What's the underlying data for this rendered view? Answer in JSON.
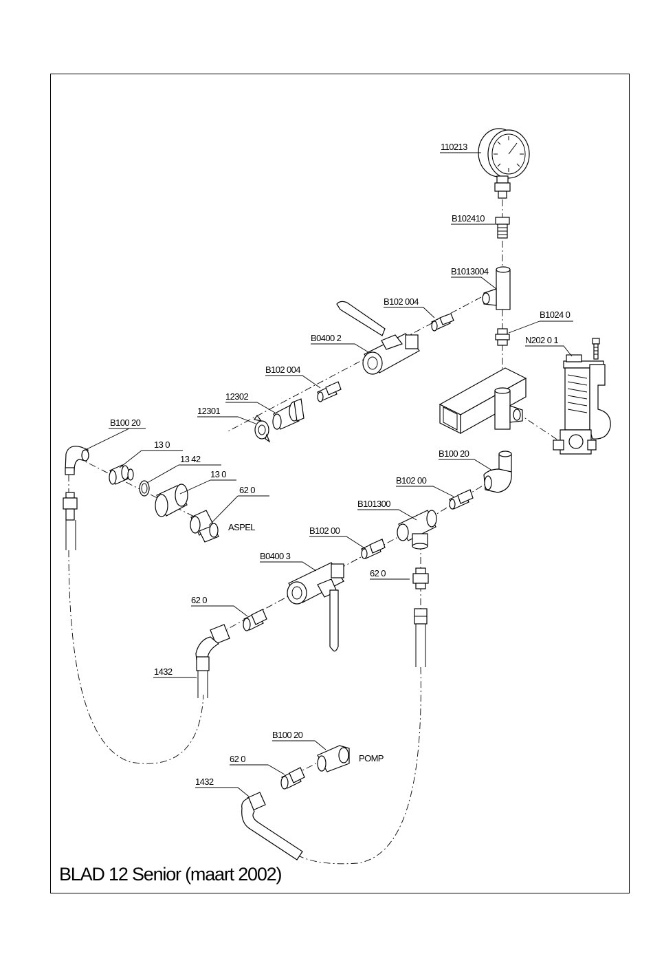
{
  "sheet": {
    "title": "BLAD 12 Senior (maart 2002)"
  },
  "labels": [
    {
      "id": "gauge",
      "text": "110213"
    },
    {
      "id": "gauge-nipple",
      "text": "B102410"
    },
    {
      "id": "top-tee",
      "text": "B1013004"
    },
    {
      "id": "upper-nipple-1",
      "text": "B102 004"
    },
    {
      "id": "vertical-nipple",
      "text": "B1024 0"
    },
    {
      "id": "safety-valve",
      "text": "N202 0 1"
    },
    {
      "id": "ball-valve-upper",
      "text": "B0400   2"
    },
    {
      "id": "upper-nipple-2",
      "text": "B102 004"
    },
    {
      "id": "hose-tail",
      "text": "12302"
    },
    {
      "id": "wing-nut",
      "text": "12301"
    },
    {
      "id": "elbow-left",
      "text": "B100 20"
    },
    {
      "id": "coupling-1",
      "text": "13 0"
    },
    {
      "id": "washer",
      "text": "13 42"
    },
    {
      "id": "coupling-2",
      "text": "13 0"
    },
    {
      "id": "adapter-aspel",
      "text": "62 0"
    },
    {
      "id": "aspel-note",
      "text": "ASPEL"
    },
    {
      "id": "elbow-right",
      "text": "B100 20"
    },
    {
      "id": "lower-nipple-1",
      "text": "B102 00"
    },
    {
      "id": "lower-tee",
      "text": "B101300"
    },
    {
      "id": "lower-nipple-2",
      "text": "B102 00"
    },
    {
      "id": "ball-valve-lower",
      "text": "B0400   3"
    },
    {
      "id": "tee-adapter",
      "text": "62 0"
    },
    {
      "id": "valve-adapter",
      "text": "62 0"
    },
    {
      "id": "hose-1",
      "text": "1432"
    },
    {
      "id": "elbow-pump",
      "text": "B100 20"
    },
    {
      "id": "pump-note",
      "text": "POMP"
    },
    {
      "id": "pump-adapter",
      "text": "62 0"
    },
    {
      "id": "hose-2",
      "text": "1432"
    }
  ]
}
